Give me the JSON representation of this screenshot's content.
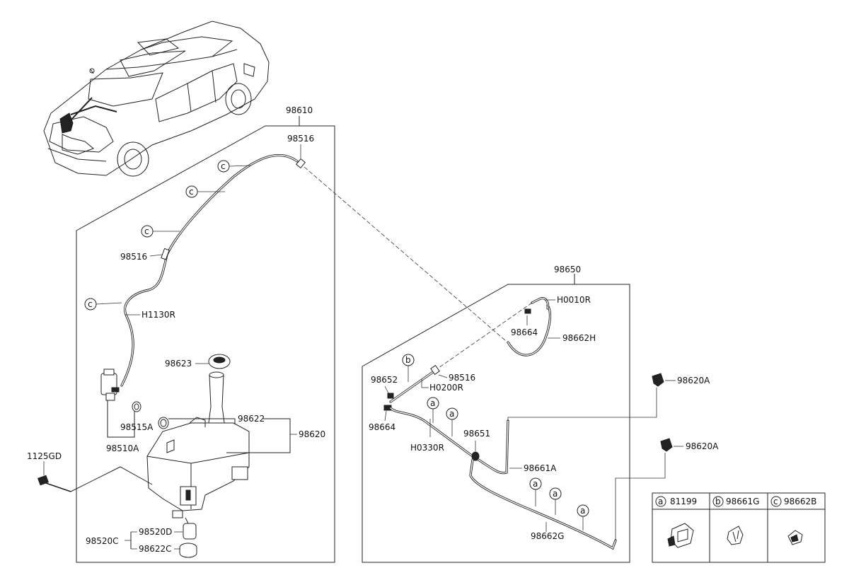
{
  "labels": {
    "l98610": "98610",
    "l98516_top": "98516",
    "l98516_mid": "98516",
    "lH1130R": "H1130R",
    "l98623": "98623",
    "l98622": "98622",
    "l98620": "98620",
    "l98515A": "98515A",
    "l98510A": "98510A",
    "l1125GD": "1125GD",
    "l98520D": "98520D",
    "l98520C": "98520C",
    "l98622C": "98622C",
    "l98650": "98650",
    "lH0010R": "H0010R",
    "l98664_top": "98664",
    "l98662H": "98662H",
    "l98652": "98652",
    "l98516_right": "98516",
    "lH0200R": "H0200R",
    "l98664_bottom": "98664",
    "lH0330R": "H0330R",
    "l98651": "98651",
    "l98661A": "98661A",
    "l98662G": "98662G",
    "l98620A_top": "98620A",
    "l98620A_bottom": "98620A"
  },
  "callout_letters": {
    "c": "c",
    "b": "b",
    "a": "a"
  },
  "legend": {
    "a_letter": "a",
    "a_part": "81199",
    "b_letter": "b",
    "b_part": "98661G",
    "c_letter": "c",
    "c_part": "98662B"
  }
}
